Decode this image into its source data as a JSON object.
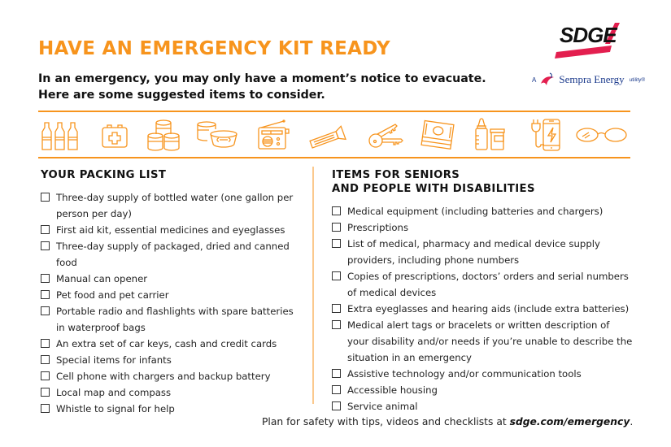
{
  "header": {
    "title": "HAVE AN EMERGENCY KIT READY",
    "subtitle_line1": "In an emergency, you may only have a moment’s notice to evacuate.",
    "subtitle_line2": "Here are some suggested items to consider."
  },
  "logo": {
    "brand": "SDGE",
    "tagline_prefix": "A",
    "tagline_company": "Sempra Energy",
    "tagline_suffix": "utility®",
    "colors": {
      "brand_red": "#e31f4f",
      "sempra_blue": "#1b3a8c"
    }
  },
  "theme": {
    "accent": "#f7941d",
    "divider": "#fbc98e",
    "text": "#222222"
  },
  "icons": [
    "water-bottles-icon",
    "first-aid-kit-icon",
    "canned-food-icon",
    "pet-food-icon",
    "radio-icon",
    "flashlight-icon",
    "keys-icon",
    "cash-icon",
    "infant-supplies-icon",
    "phone-charger-icon",
    "eyeglasses-icon"
  ],
  "packing_list": {
    "heading": "YOUR PACKING LIST",
    "items": [
      "Three-day supply of bottled water (one gallon per person per day)",
      "First aid kit, essential medicines and eyeglasses",
      "Three-day supply of packaged, dried and canned food",
      "Manual can opener",
      "Pet food and pet carrier",
      "Portable radio and flashlights with spare batteries in waterproof bags",
      "An extra set of car keys, cash and credit cards",
      "Special items for infants",
      "Cell phone with chargers and backup battery",
      "Local map and compass",
      "Whistle to signal for help"
    ]
  },
  "seniors_list": {
    "heading_line1": "ITEMS FOR SENIORS",
    "heading_line2": "AND PEOPLE WITH DISABILITIES",
    "items": [
      "Medical equipment (including batteries and chargers)",
      "Prescriptions",
      "List of medical, pharmacy and medical device supply providers, including phone numbers",
      "Copies of prescriptions, doctors’ orders and serial numbers of medical devices",
      "Extra eyeglasses and hearing aids (include extra batteries)",
      "Medical alert tags or bracelets or written description of your disability and/or needs if you’re unable to describe the situation in an emergency",
      "Assistive technology and/or communication tools",
      "Accessible housing",
      "Service animal"
    ]
  },
  "footer": {
    "text": "Plan for safety with tips, videos and checklists at ",
    "link": "sdge.com/emergency",
    "end": "."
  }
}
